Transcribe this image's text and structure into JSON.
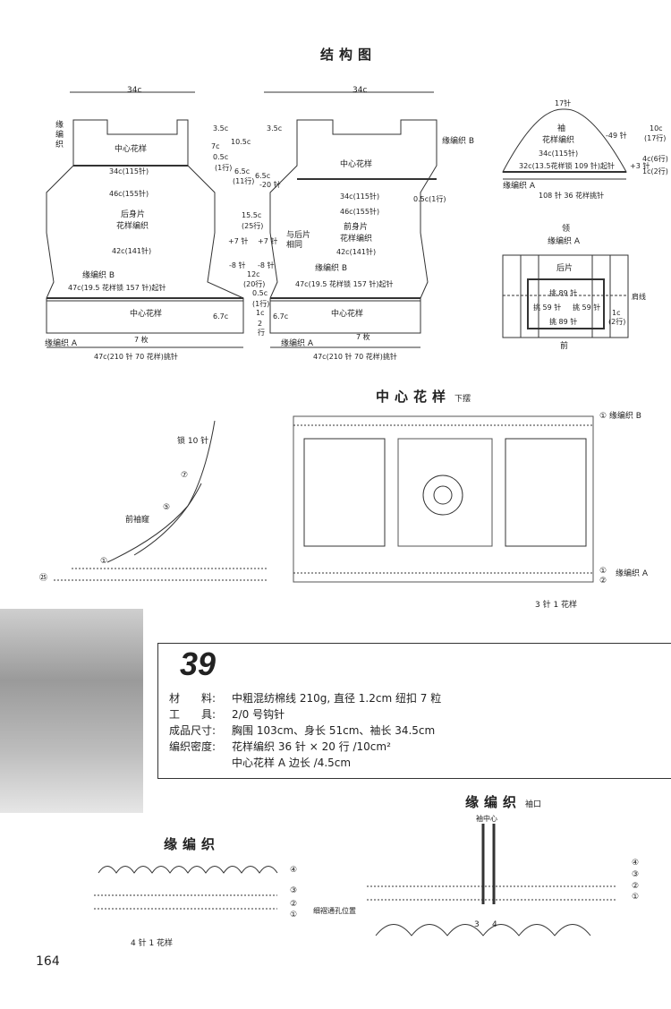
{
  "titles": {
    "structure": "结构图",
    "center_motif": "中心花样",
    "center_motif_sub": "下摆",
    "edging_right": "缘编织",
    "edging_right_sub": "袖口",
    "edging_left": "缘编织"
  },
  "back_piece": {
    "width_top": "34c",
    "name_line1": "后身片",
    "name_line2": "花样编织",
    "edge_label": "缘\n编\n织",
    "center_band": "中心花样",
    "row1": "34c(115针)",
    "row2": "46c(155针)",
    "row3": "42c(141针)",
    "edge_b": "缘编织 B",
    "cast_on": "47c(19.5 花样锁 157 针)起针",
    "hem_band": "中心花样",
    "hem_height": "6.7c",
    "count": "7 枚",
    "edge_a": "缘编织 A",
    "bottom": "47c(210 针 70 花样)挑针"
  },
  "front_piece": {
    "width_top": "34c",
    "name_line1": "前身片",
    "name_line2": "花样编织",
    "edge_label": "缘编织 B",
    "center_band": "中心花样",
    "row1": "34c(115针)",
    "row1b": "0.5c(1行)",
    "row2": "46c(155针)",
    "row3": "42c(141针)",
    "joined": "与后片\n相同",
    "edge_b": "缘编织 B",
    "cast_on": "47c(19.5 花样锁 157 针)起针",
    "hem_band": "中心花样",
    "hem_height": "6.7c",
    "count": "7 枚",
    "edge_a": "缘编织 A",
    "bottom": "47c(210 针 70 花样)挑针"
  },
  "dims": {
    "d1": "3.5c",
    "d2": "10.5c",
    "d3": "7c",
    "d4": "0.5c",
    "d5": "(1行)",
    "d6": "3.5c",
    "d7": "6.5c",
    "d8": "(11行)",
    "d9": "6.5c",
    "d10": "-20 针",
    "d11": "15.5c",
    "d12": "(25行)",
    "d13": "+7 针",
    "d14": "+7 针",
    "d15": "-8 针",
    "d16": "-8 针",
    "d17": "12c",
    "d18": "(20行)",
    "d19": "0.5c",
    "d20": "(1行)",
    "d21": "1c",
    "d22": "2",
    "d23": "行"
  },
  "sleeve": {
    "top": "17针",
    "name_line1": "袖",
    "name_line2": "花样编织",
    "dec": "-49 针",
    "h1": "10c",
    "h2": "(17行)",
    "h3": "4c(6行)",
    "h4": "1c(2行)",
    "row1": "34c(115针)",
    "cast_on": "32c(13.5花样锁 109 针)起针",
    "inc": "+3 针",
    "edge_a": "缘编织 A",
    "bottom": "108 针 36 花样挑针"
  },
  "neck": {
    "title_line1": "领",
    "title_line2": "缘编织 A",
    "back": "后片",
    "front": "前",
    "shoulder": "肩线",
    "pick1": "挑 89 针",
    "pick2": "挑 59 针",
    "pick3": "挑 59 针",
    "pick4": "挑 89 针",
    "rows": "1c",
    "rows2": "(2行)"
  },
  "sleeve_chart": {
    "chain": "锁 10 针",
    "label": "前袖窿",
    "r7": "⑦",
    "r5": "⑤",
    "r1": "①",
    "r25": "㉕"
  },
  "center_chart": {
    "edge_b": "① 缘编织 B",
    "edge_a1": "①",
    "edge_a2": "②",
    "edge_a": "缘编织 A",
    "repeat": "3 针 1 花样"
  },
  "specs": {
    "number": "39",
    "material_label": "材　　料:",
    "material": "中粗混纺棉线 210g, 直径 1.2cm 纽扣 7 粒",
    "tools_label": "工　　具:",
    "tools": "2/0 号钩针",
    "size_label": "成品尺寸:",
    "size": "胸围 103cm、身长 51cm、袖长 34.5cm",
    "gauge_label": "编织密度:",
    "gauge": "花样编织  36 针 × 20 行 /10cm²",
    "gauge2": "中心花样 A  边长 /4.5cm"
  },
  "edging_left": {
    "r4": "④",
    "r3": "③",
    "r2": "②",
    "r1": "①",
    "repeat": "4 针 1 花样"
  },
  "edging_right": {
    "center": "袖中心",
    "r4": "④",
    "r3": "③",
    "r2": "②",
    "r1": "①",
    "gap": "细褶通孔位置",
    "n3": "3",
    "n4": "4"
  },
  "page": {
    "number": "164"
  }
}
